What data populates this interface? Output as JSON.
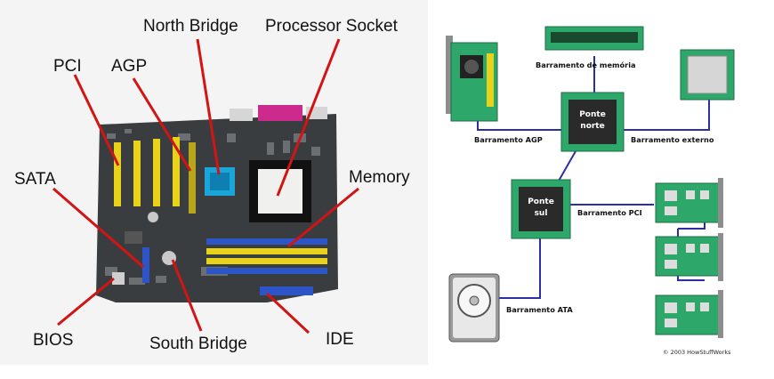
{
  "left_panel": {
    "labels": {
      "north_bridge": "North Bridge",
      "processor_socket": "Processor Socket",
      "pci": "PCI",
      "agp": "AGP",
      "sata": "SATA",
      "memory": "Memory",
      "bios": "BIOS",
      "south_bridge": "South Bridge",
      "ide": "IDE"
    },
    "colors": {
      "pointer": "#d21414",
      "board": "#3a3d3f",
      "slot_yellow": "#e8d21a",
      "slot_blue": "#2d55c8",
      "heatsink": "#1aa6d8"
    }
  },
  "right_panel": {
    "chips": {
      "ponte_norte": [
        "Ponte",
        "norte"
      ],
      "ponte_sul": [
        "Ponte",
        "sul"
      ]
    },
    "labels": {
      "memoria": "Barramento de memória",
      "agp": "Barramento AGP",
      "externo": "Barramento externo",
      "pci": "Barramento PCI",
      "ata": "Barramento ATA"
    },
    "copyright": "© 2003 HowStuffWorks",
    "colors": {
      "bus": "#2b2fa3",
      "card_green": "#2ea86a",
      "chip_dark": "#2a2a2a"
    }
  }
}
